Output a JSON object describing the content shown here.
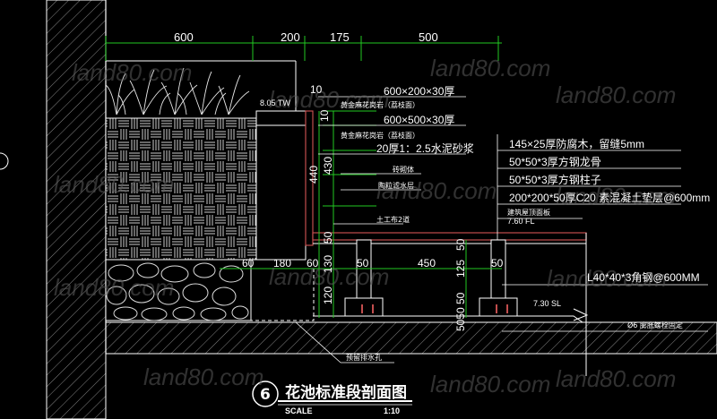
{
  "top_dims": [
    "600",
    "200",
    "175",
    "500"
  ],
  "vert_dims_a": [
    "440",
    "430"
  ],
  "vert_dims_b": [
    "50",
    "130",
    "120"
  ],
  "vert_dims_c": [
    "50",
    "125",
    "50"
  ],
  "vert_dims_d": [
    "5050"
  ],
  "bottom_dims": [
    "60",
    "180",
    "60"
  ],
  "mid_dims": [
    "50",
    "450",
    "50"
  ],
  "small_dims": [
    "10",
    "10"
  ],
  "left_labels": [
    "600×200×30厚",
    "黄金麻花岗岩（荔枝面）",
    "600×500×30厚",
    "黄金麻花岗岩（荔枝面）",
    "20厚1：2.5水泥砂浆",
    "砖砌体",
    "陶粒滤水层",
    "土工布2道"
  ],
  "right_labels": [
    "145×25厚防腐木，留缝5mm",
    "50*50*3厚方钢龙骨",
    "50*50*3厚方钢柱子",
    "200*200*50厚C20 素混凝土垫层@600mm",
    "建筑屋顶面板"
  ],
  "right_lower_labels": [
    "L40*40*3角钢@600MM",
    "Ø6 膨胀螺栓固定"
  ],
  "levels": [
    "8.05 TW",
    "7.60 FL",
    "7.30 SL"
  ],
  "bottom_label": "预留排水孔",
  "watermark": "land80.com",
  "title": {
    "number": "6",
    "text": "花池标准段剖面图",
    "scale_label": "SCALE",
    "scale_value": "1:10"
  },
  "colors": {
    "background": "#000000",
    "line": "#ffffff",
    "dimension": "#22c922",
    "deck": "#c24d4d",
    "watermark": "#5a5a5a"
  }
}
